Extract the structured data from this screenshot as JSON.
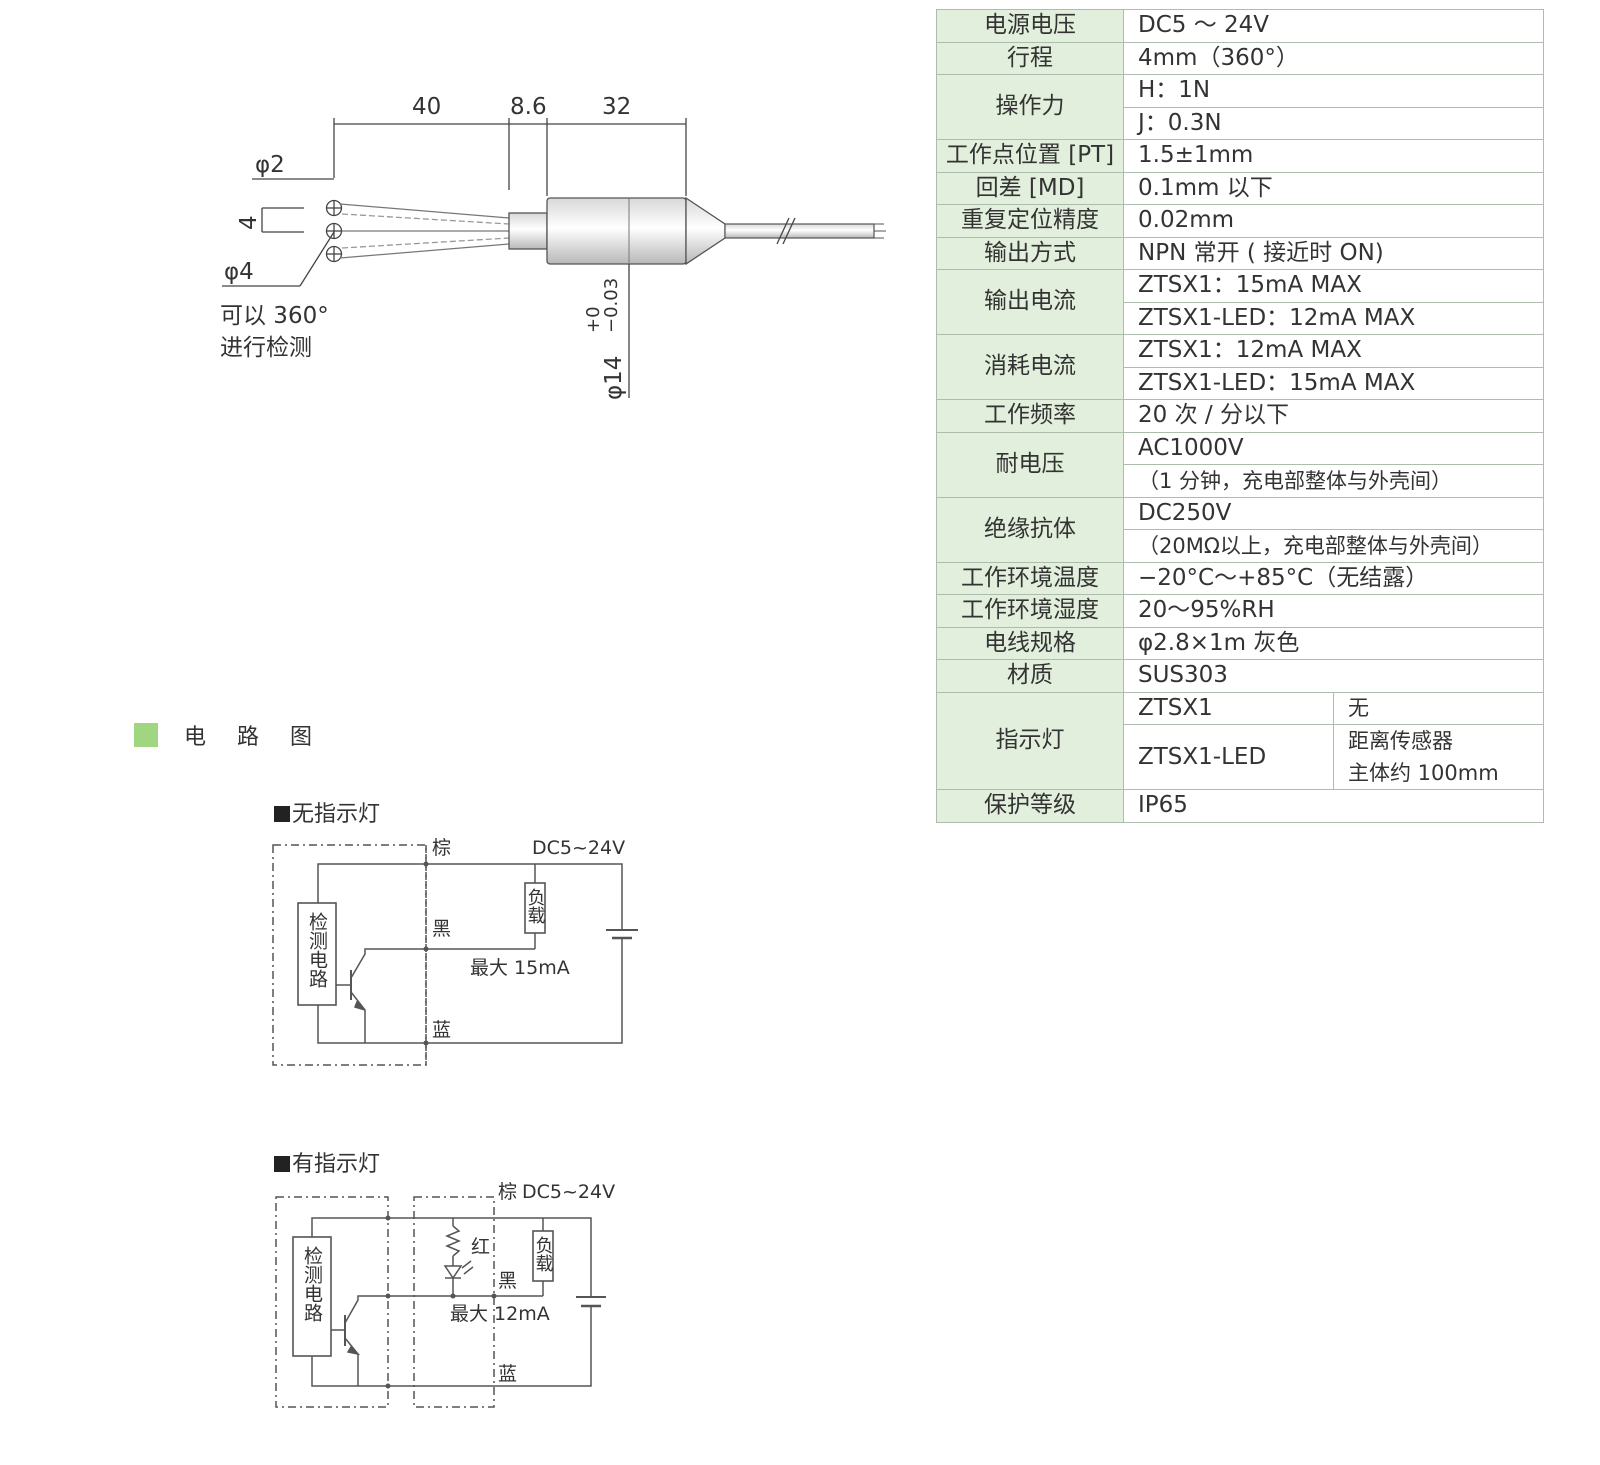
{
  "drawing": {
    "dim_40": "40",
    "dim_8_6": "8.6",
    "dim_32": "32",
    "phi2": "φ2",
    "dim_4": "4",
    "phi4": "φ4",
    "note_line1": "可以 360°",
    "note_line2": "进行检测",
    "phi14": "φ14",
    "tol_plus": "+0",
    "tol_minus": "−0.03"
  },
  "specs": [
    {
      "label": "电源电压",
      "value": "DC5 ～ 24V"
    },
    {
      "label": "行程",
      "value": "4mm（360°）"
    },
    {
      "label": "操作力",
      "values": [
        "H：1N",
        "J：0.3N"
      ]
    },
    {
      "label": "工作点位置 [PT]",
      "value": "1.5±1mm"
    },
    {
      "label": "回差 [MD]",
      "value": "0.1mm 以下"
    },
    {
      "label": "重复定位精度",
      "value": "0.02mm"
    },
    {
      "label": "输出方式",
      "value": "NPN 常开 ( 接近时 ON)"
    },
    {
      "label": "输出电流",
      "values": [
        "ZTSX1：15mA MAX",
        "ZTSX1-LED：12mA MAX"
      ]
    },
    {
      "label": "消耗电流",
      "values": [
        "ZTSX1：12mA MAX",
        "ZTSX1-LED：15mA MAX"
      ]
    },
    {
      "label": "工作频率",
      "value": "20 次 / 分以下"
    },
    {
      "label": "耐电压",
      "values": [
        "AC1000V",
        "（1 分钟，充电部整体与外壳间）"
      ]
    },
    {
      "label": "绝缘抗体",
      "values": [
        "DC250V",
        "（20MΩ以上，充电部整体与外壳间）"
      ]
    },
    {
      "label": "工作环境温度",
      "value": "−20°C～+85°C（无结露）"
    },
    {
      "label": "工作环境湿度",
      "value": "20～95%RH"
    },
    {
      "label": "电线规格",
      "value": "φ2.8×1m  灰色"
    },
    {
      "label": "材质",
      "value": "SUS303"
    },
    {
      "label": "指示灯",
      "rows": [
        {
          "model": "ZTSX1",
          "note": "无"
        },
        {
          "model": "ZTSX1-LED",
          "note": [
            "距离传感器",
            "主体约 100mm"
          ]
        }
      ]
    },
    {
      "label": "保护等级",
      "value": "IP65"
    }
  ],
  "circuit_section": {
    "title": "电 路 图",
    "accent_color": "#9fd67f"
  },
  "circuit_no_led": {
    "title": "无指示灯",
    "brown": "棕",
    "supply": "DC5~24V",
    "load": "负载",
    "black": "黑",
    "max_current": "最大 15mA",
    "blue": "蓝",
    "detect": "检测电路"
  },
  "circuit_led": {
    "title": "有指示灯",
    "brown": "棕",
    "supply": "DC5~24V",
    "red": "红",
    "load": "负载",
    "black": "黑",
    "max_current": "最大 12mA",
    "blue": "蓝",
    "detect": "检测电路"
  }
}
